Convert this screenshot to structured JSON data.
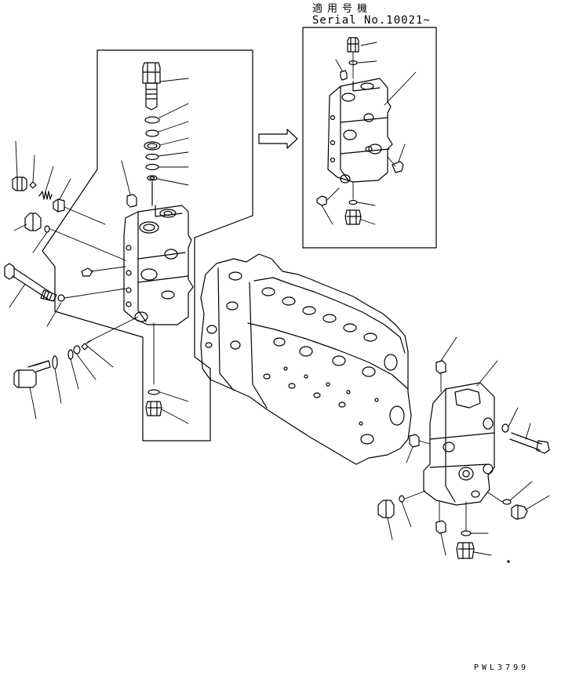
{
  "applicability": {
    "heading_jp": "適用号機",
    "serial_text": "Serial No.10021~"
  },
  "drawing_code": "PWL3799",
  "colors": {
    "line": "#000000",
    "paper": "#ffffff"
  }
}
